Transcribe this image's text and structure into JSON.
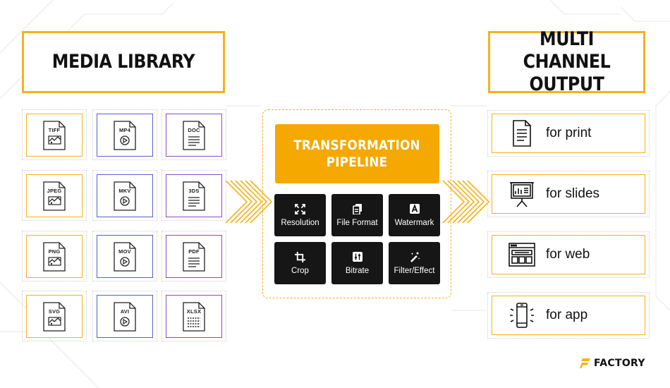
{
  "media_library": {
    "title": "MEDIA LIBRARY",
    "columns": [
      {
        "color": "#F5B21B",
        "kind": "image",
        "files": [
          "TIFF",
          "JPEG",
          "PNG",
          "SVG"
        ]
      },
      {
        "color": "#5A5FCF",
        "kind": "video",
        "files": [
          "MP4",
          "MKV",
          "MOV",
          "AVI"
        ]
      },
      {
        "color": "#8D4BC4",
        "kind": "document",
        "files": [
          "DOC",
          "3DS",
          "PDF",
          "XLSX"
        ]
      }
    ]
  },
  "pipeline": {
    "title": "TRANSFORMATION\nPIPELINE",
    "tools": [
      {
        "label": "Resolution",
        "icon": "expand-icon"
      },
      {
        "label": "File Format",
        "icon": "file-stack-icon"
      },
      {
        "label": "Watermark",
        "icon": "letter-a-icon"
      },
      {
        "label": "Crop",
        "icon": "crop-icon"
      },
      {
        "label": "Bitrate",
        "icon": "sliders-icon"
      },
      {
        "label": "Filter/Effect",
        "icon": "magic-wand-icon"
      }
    ]
  },
  "output": {
    "title": "MULTI CHANNEL\nOUTPUT",
    "channels": [
      {
        "label": "for print",
        "icon": "document-icon"
      },
      {
        "label": "for slides",
        "icon": "presentation-board-icon"
      },
      {
        "label": "for web",
        "icon": "browser-window-icon"
      },
      {
        "label": "for app",
        "icon": "smartphone-icon"
      }
    ]
  },
  "brand": {
    "name": "FACTORY"
  },
  "colors": {
    "accent": "#F5B21B",
    "pipeline": "#F5A800",
    "tile": "#161616",
    "video": "#5A5FCF",
    "document": "#8D4BC4"
  }
}
